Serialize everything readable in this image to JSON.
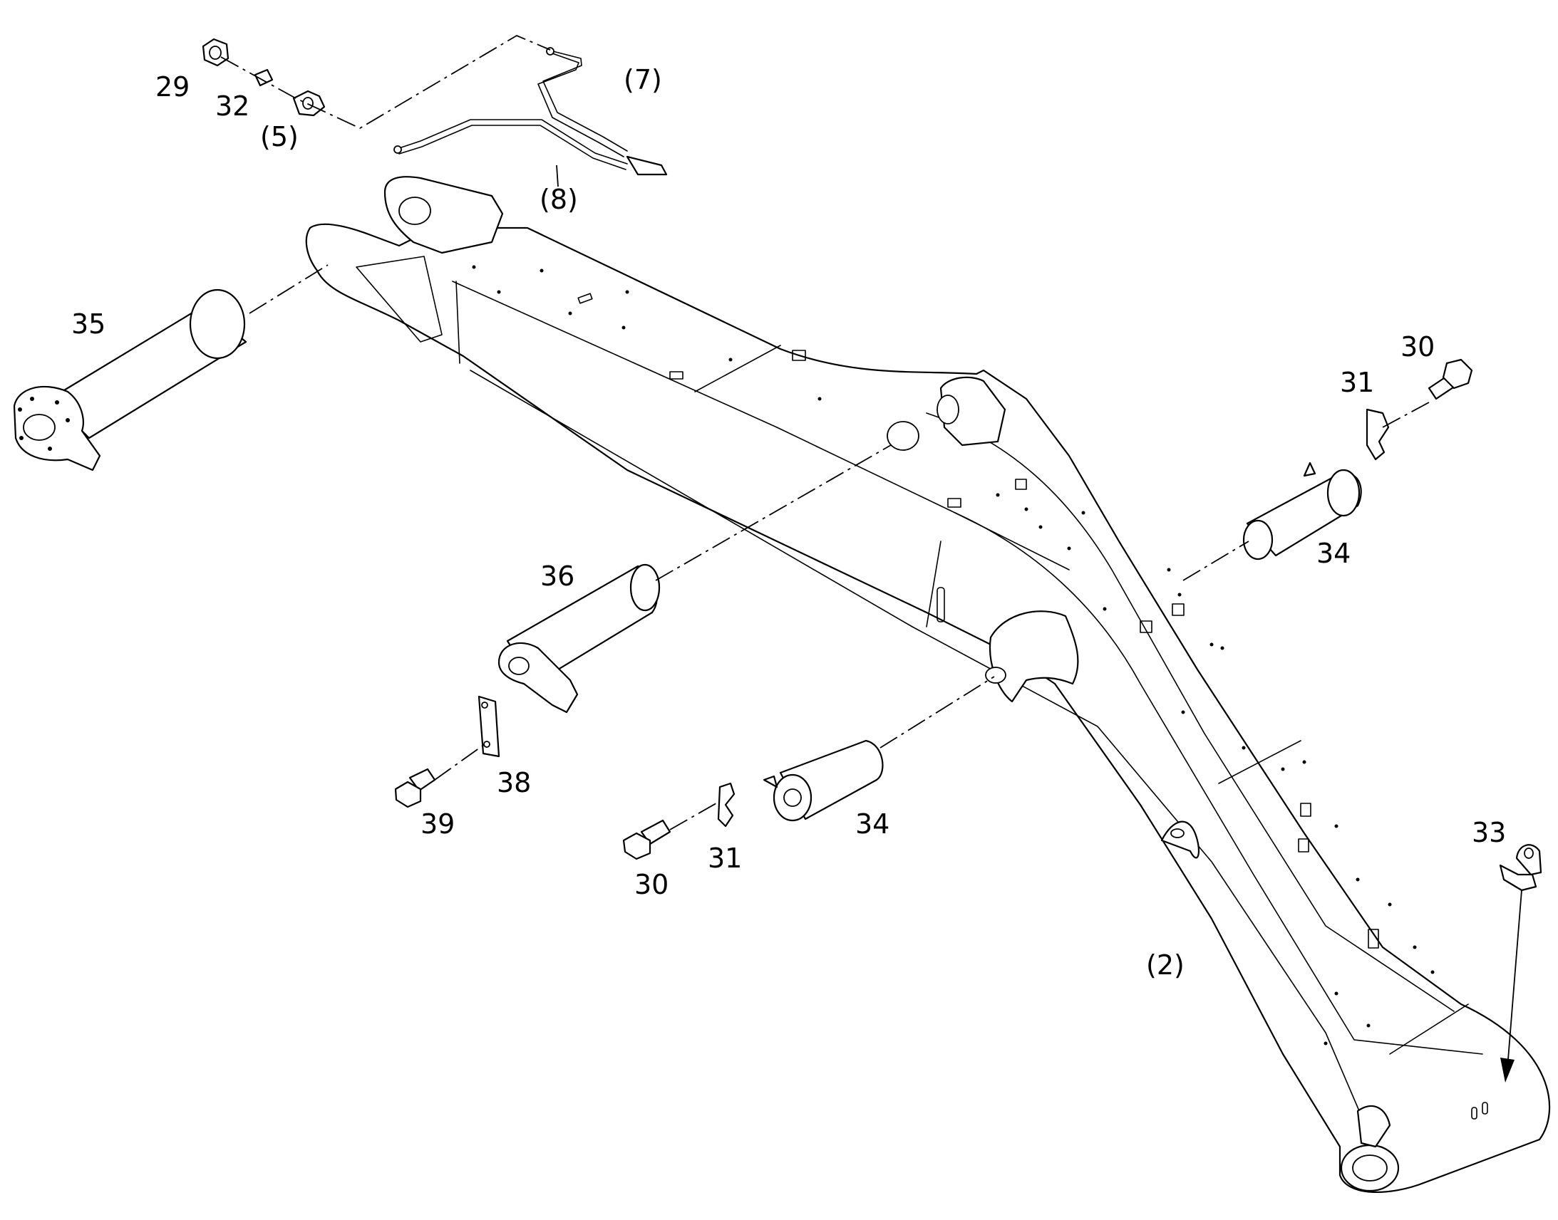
{
  "diagram": {
    "labels": {
      "p29": "29",
      "p32": "32",
      "p5": "(5)",
      "p7": "(7)",
      "p8": "(8)",
      "p35": "35",
      "p30_top": "30",
      "p31_top": "31",
      "p34_right": "34",
      "p36": "36",
      "p38": "38",
      "p39": "39",
      "p34_bottom": "34",
      "p31_bottom": "31",
      "p30_bottom": "30",
      "p33": "33",
      "p2": "(2)"
    }
  }
}
